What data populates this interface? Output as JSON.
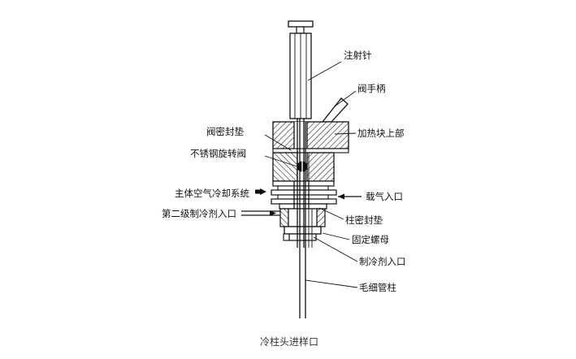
{
  "labels": {
    "syringe_needle": "注射针",
    "valve_handle": "阀手柄",
    "valve_seal_pad": "阀密封垫",
    "heating_block_top": "加热块上部",
    "stainless_steel_rotary_valve": "不锈钢旋转阀",
    "main_air_cooling_system": "主体空气冷却系统",
    "carrier_gas_inlet": "载气入口",
    "secondary_coolant_inlet": "第二级制冷剂入口",
    "column_seal_pad": "柱密封垫",
    "fixing_nut": "固定螺母",
    "coolant_inlet": "制冷剂入口",
    "capillary_column": "毛细管柱"
  },
  "caption": "冷柱头进样口"
}
